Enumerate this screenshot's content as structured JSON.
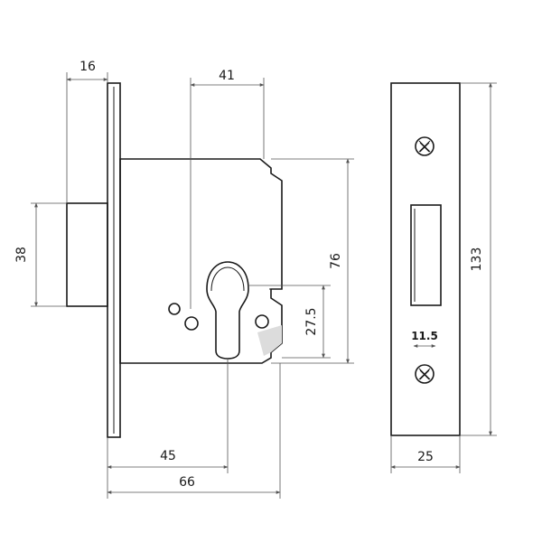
{
  "dimensions": {
    "forend_thickness": "16",
    "backset_top": "41",
    "bolt_height": "38",
    "body_height": "76",
    "cylinder_center": "27.5",
    "backset": "45",
    "case_depth": "66",
    "faceplate_height": "133",
    "faceplate_width": "25",
    "bolt_throw": "11.5"
  },
  "colors": {
    "line": "#1a1a1a",
    "dimension_line": "#555555",
    "background": "#ffffff"
  },
  "icons": {
    "screw_top": "phillips-screw-icon",
    "screw_bottom": "phillips-screw-icon"
  }
}
